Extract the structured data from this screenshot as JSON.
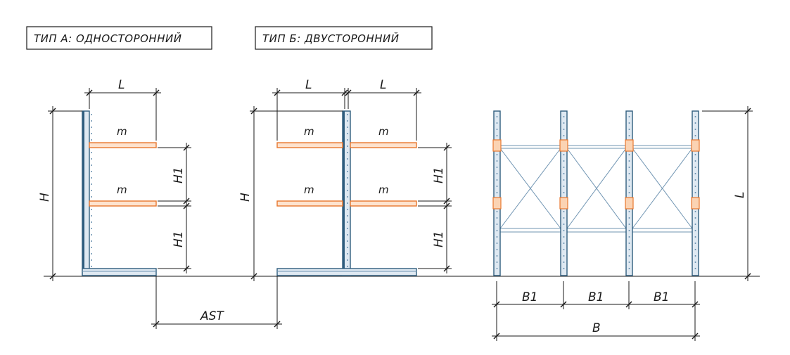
{
  "titles": {
    "type_a": "ТИП А: ОДНОСТОРОННИЙ",
    "type_b": "ТИП Б: ДВУСТОРОННИЙ"
  },
  "labels": {
    "L": "L",
    "m": "m",
    "H": "H",
    "H1": "H1",
    "AST": "AST",
    "B1": "B1",
    "B": "B",
    "L_side": "L"
  },
  "colors": {
    "column": "#2f5d7e",
    "arm": "#e8772e",
    "brace": "#6f94b2",
    "line": "#1a1a1a"
  }
}
